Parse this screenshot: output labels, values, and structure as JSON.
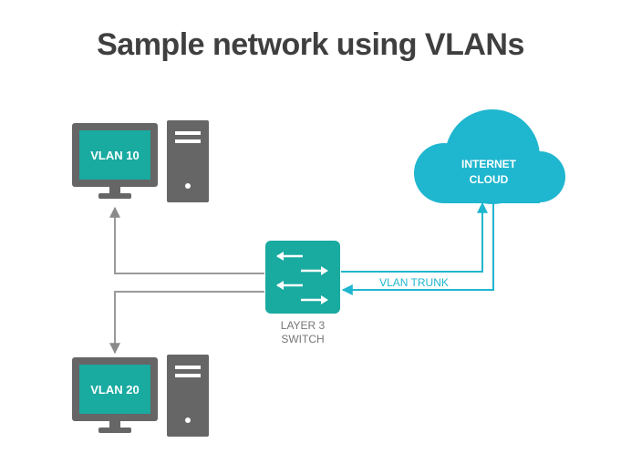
{
  "title": "Sample network using VLANs",
  "nodes": {
    "pc_top": {
      "screen_label": "VLAN 10"
    },
    "pc_bottom": {
      "screen_label": "VLAN 20"
    },
    "switch": {
      "label_line1": "LAYER 3",
      "label_line2": "SWITCH"
    },
    "cloud": {
      "label_line1": "INTERNET",
      "label_line2": "CLOUD"
    }
  },
  "links": {
    "trunk_label": "VLAN TRUNK"
  },
  "colors": {
    "teal": "#19aaa0",
    "cyan": "#1fb6cf",
    "gray": "#666666",
    "line_gray": "#9a9a9a",
    "title": "#3f3f3f"
  }
}
